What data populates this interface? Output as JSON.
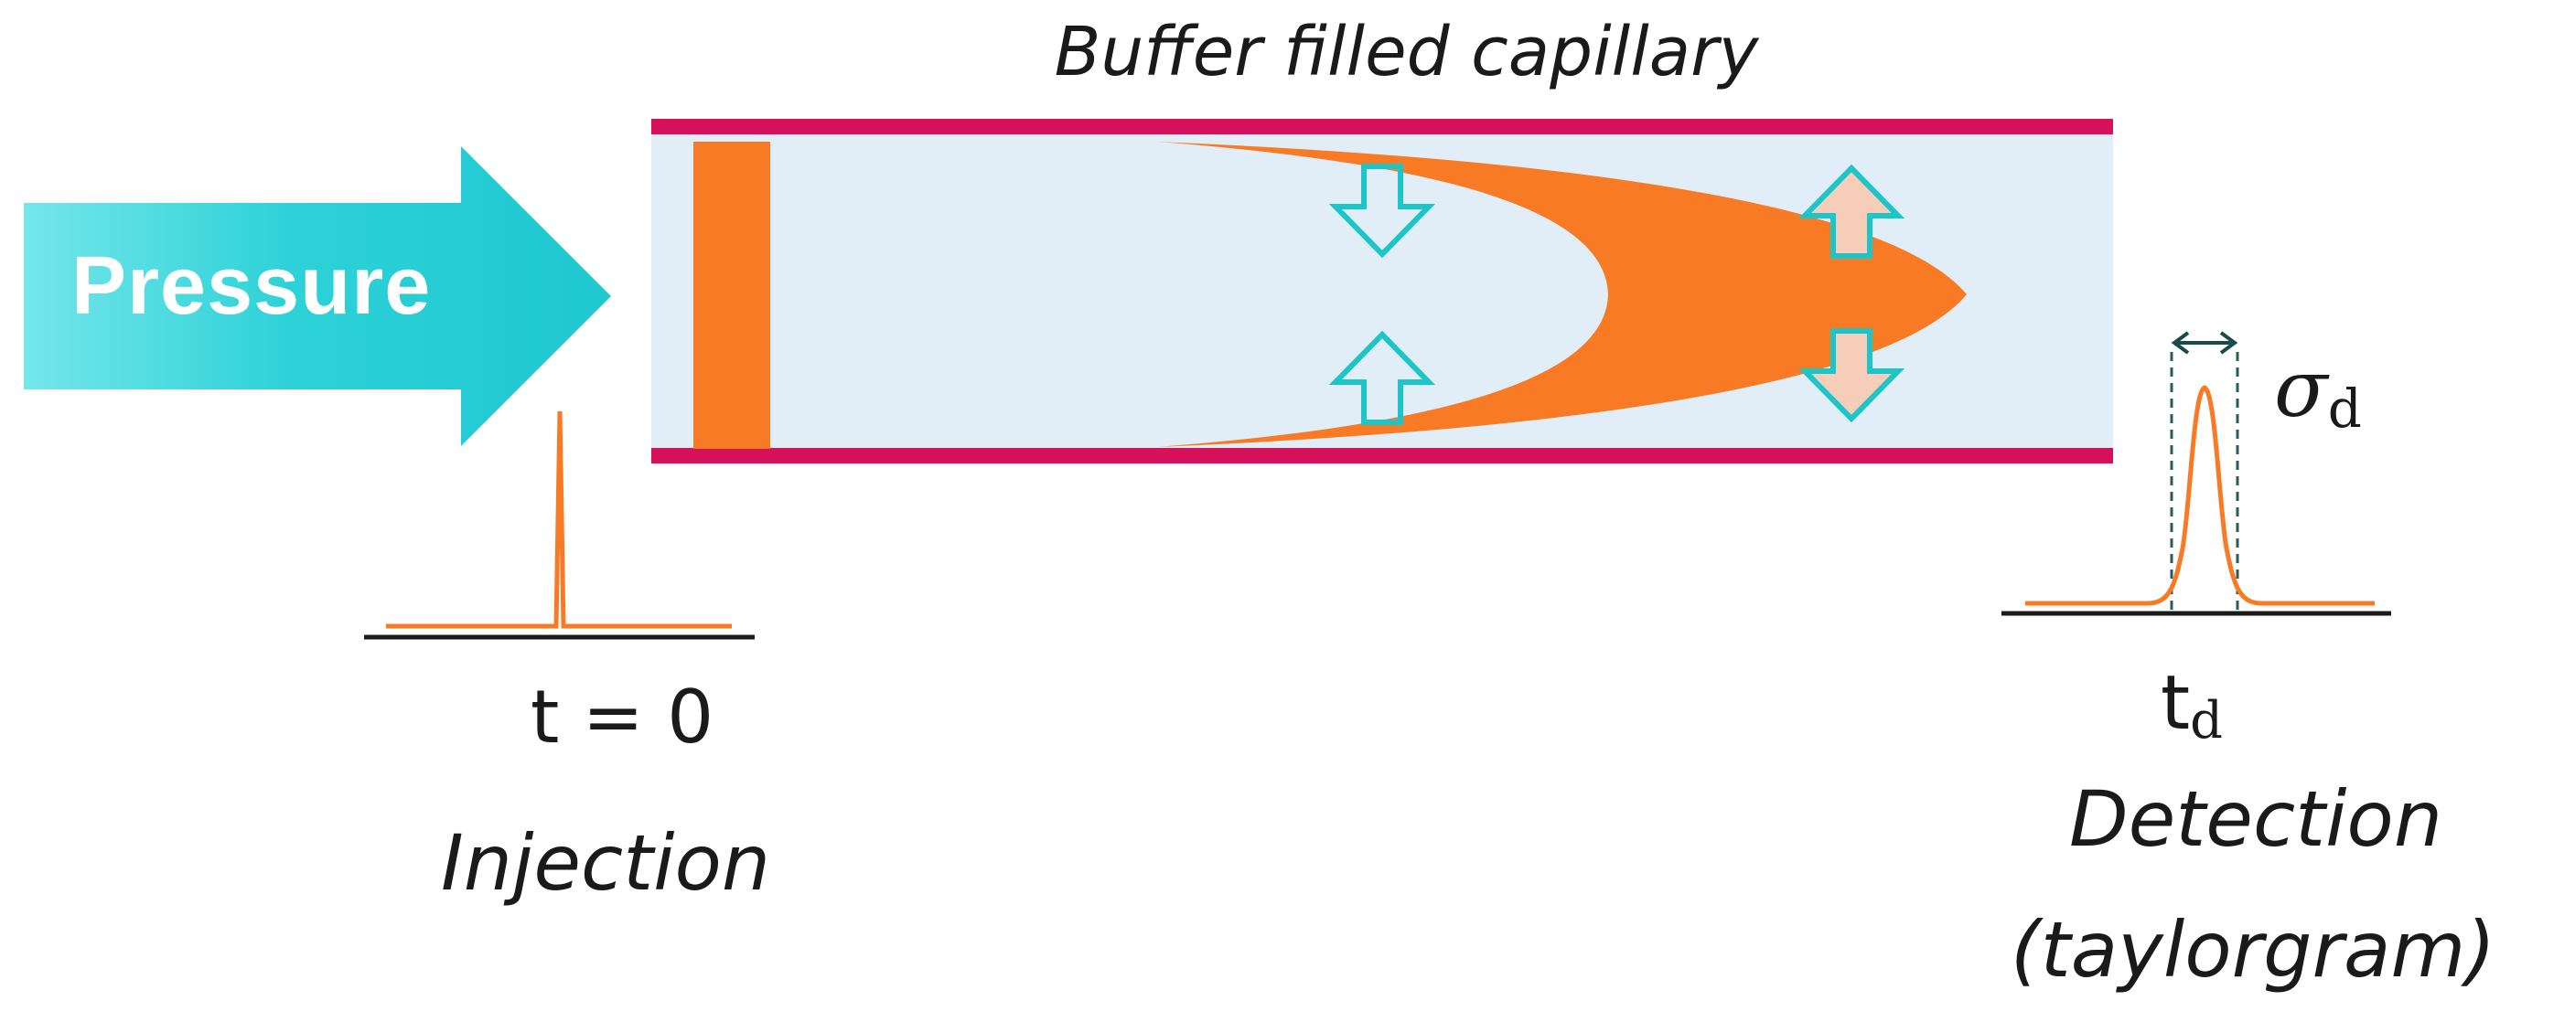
{
  "diagram": {
    "title": "Buffer filled capillary",
    "pressure_label": "Pressure",
    "injection": {
      "time_label": "t = 0",
      "caption": "Injection"
    },
    "detection": {
      "time_symbol": "t",
      "time_subscript": "d",
      "width_symbol": "σ",
      "width_subscript": "d",
      "caption": "Detection",
      "caption_sub": "(taylorgram)"
    },
    "colors": {
      "capillary_wall": "#d6105a",
      "capillary_fill": "#e1eef7",
      "sample": "#f97a24",
      "pressure_arrow": "#2ad0d6",
      "diffusion_arrow": "#1cc6c8",
      "baseline": "#1a1a1a"
    },
    "icons": [
      "pressure-arrow-icon",
      "diffusion-arrow-down-icon",
      "diffusion-arrow-up-icon",
      "width-double-arrow-icon"
    ]
  }
}
